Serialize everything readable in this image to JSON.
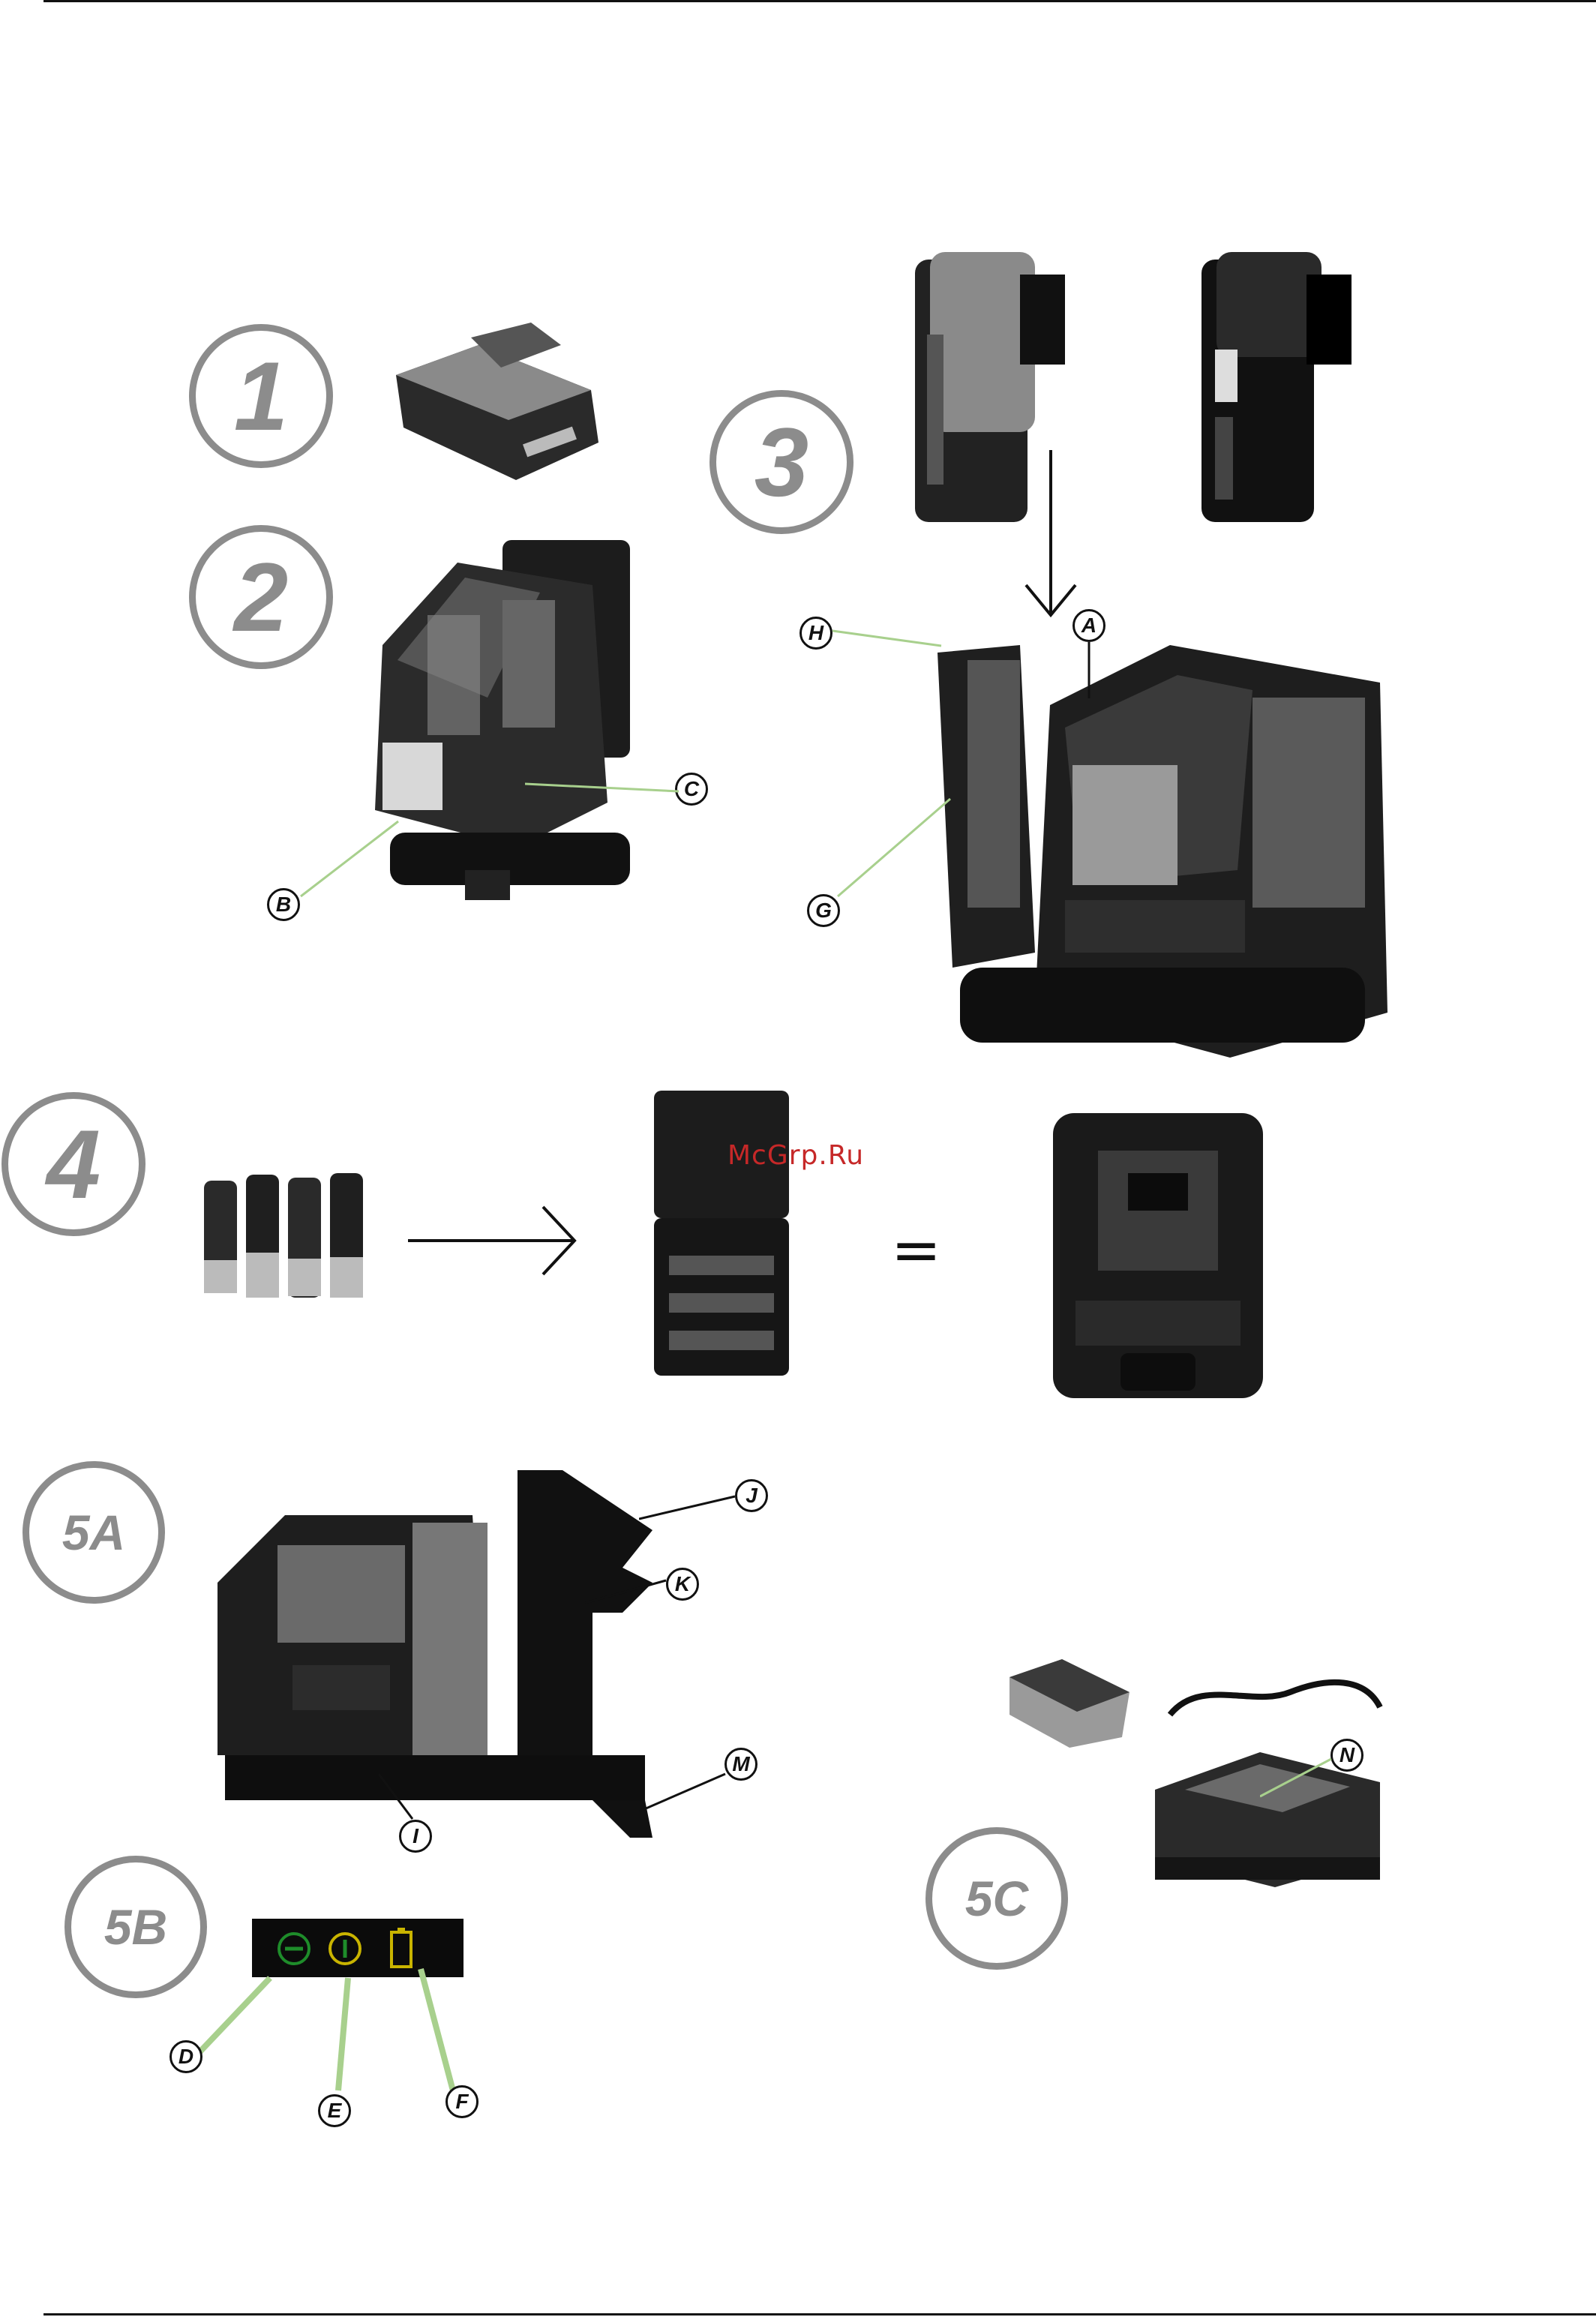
{
  "steps": {
    "s1": "1",
    "s2": "2",
    "s3": "3",
    "s4": "4",
    "s5a": "5A",
    "s5b": "5B",
    "s5c": "5C"
  },
  "callouts": {
    "A": "A",
    "B": "B",
    "C": "C",
    "D": "D",
    "E": "E",
    "F": "F",
    "G": "G",
    "H": "H",
    "I": "I",
    "J": "J",
    "K": "K",
    "M": "M",
    "N": "N"
  },
  "figure4": {
    "equals": "="
  },
  "watermark": "McGrp.Ru",
  "colors": {
    "circle": "#8c8c8c",
    "leader": "#a8d08d",
    "led_green": "#1e8c2a",
    "led_yellow": "#c9b400"
  },
  "icons": [
    "battery-pack-icon",
    "laser-level-icon",
    "aa-battery-icon",
    "battery-holder-icon",
    "charger-icon",
    "bracket-icon",
    "led-panel-icon"
  ]
}
